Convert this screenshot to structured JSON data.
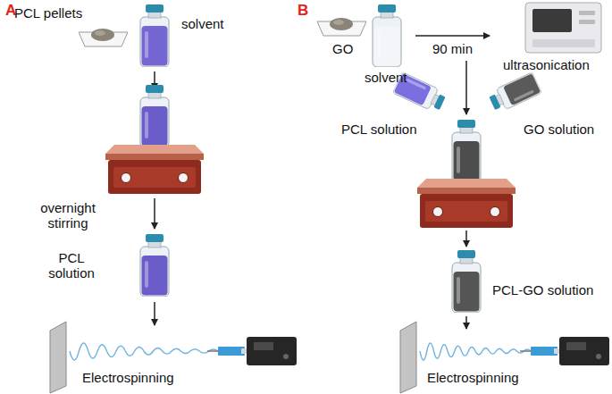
{
  "diagram": {
    "labels": [
      "A",
      "PCL pellets",
      "solvent",
      "overnight stirring",
      "PCL solution",
      "Electrospinning",
      "B",
      "GO",
      "solvent",
      "90 min",
      "ultrasonication",
      "PCL solution",
      "GO solution",
      "PCL-GO solution",
      "Electrospinning"
    ]
  }
}
